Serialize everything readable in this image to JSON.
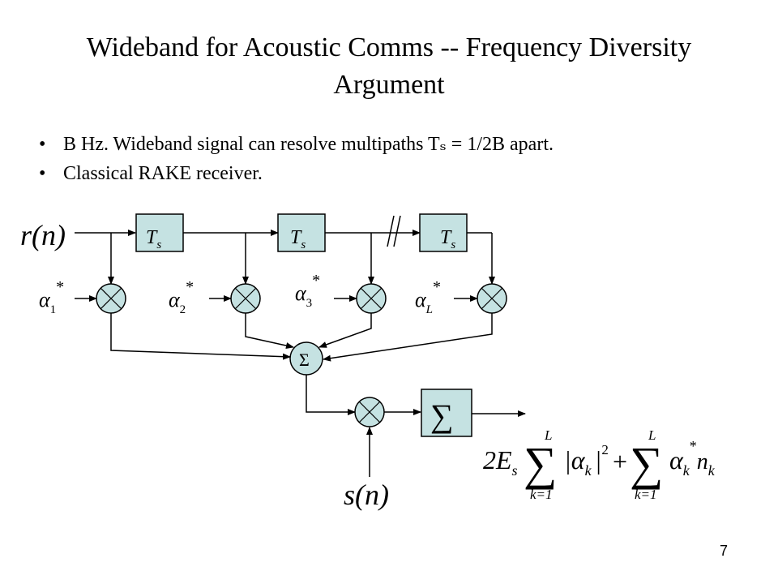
{
  "slide": {
    "title": "Wideband for Acoustic Comms -- Frequency Diversity Argument",
    "bullets": [
      "B Hz. Wideband signal can resolve multipaths Tₛ = 1/2B apart.",
      "Classical RAKE receiver."
    ],
    "page_number": "7"
  },
  "diagram": {
    "input_label": "r(n)",
    "delay_block_label": "T",
    "delay_block_sub": "s",
    "coefficients": [
      {
        "base": "α",
        "sub": "1",
        "sup": "*"
      },
      {
        "base": "α",
        "sub": "2",
        "sup": "*"
      },
      {
        "base": "α",
        "sub": "3",
        "sup": "*"
      },
      {
        "base": "α",
        "sub": "L",
        "sup": "*"
      }
    ],
    "multiplier_symbol": "×",
    "adder_symbol": "Σ",
    "summation_block_symbol": "∑",
    "reference_label": "s(n)",
    "output": {
      "prefix": "2E",
      "prefix_sub": "s",
      "sum_symbol": "∑",
      "sum_upper": "L",
      "sum_lower": "k=1",
      "term1": "|α",
      "term1_sub": "k",
      "term1_close": "|",
      "term1_sup": "2",
      "plus": "+",
      "term2": "α",
      "term2_sub": "k",
      "term2_sup": "*",
      "term2_noise": "n",
      "term2_noise_sub": "k"
    }
  }
}
